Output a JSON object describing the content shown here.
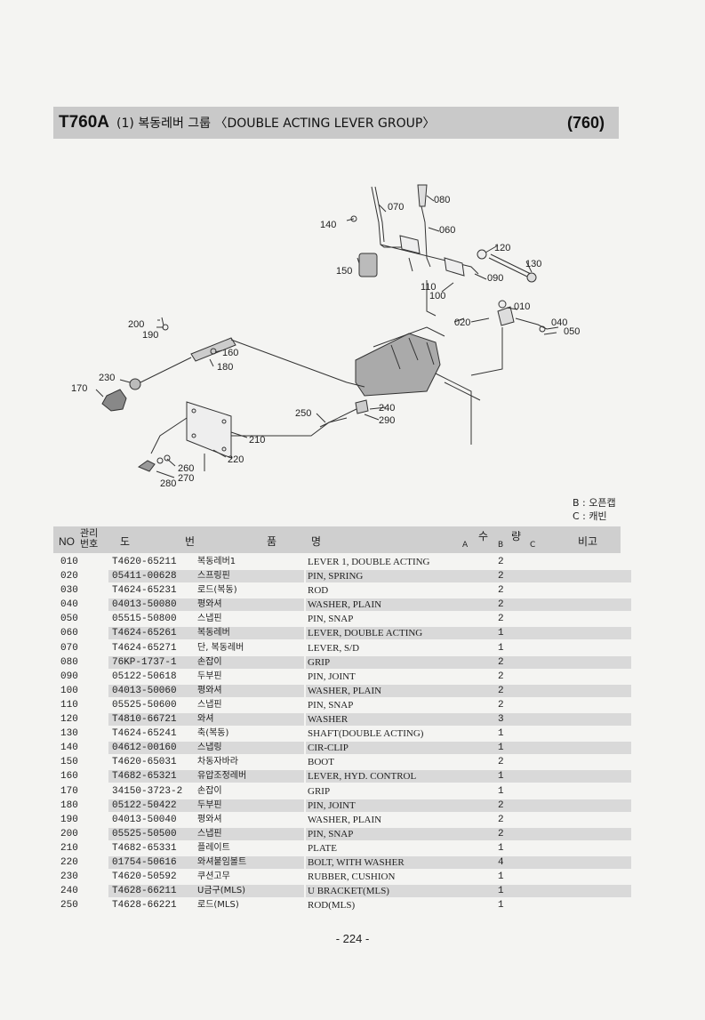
{
  "header": {
    "model": "T760A",
    "title": "(1) 복동레버 그룹 〈DOUBLE ACTING LEVER GROUP〉",
    "code": "(760)"
  },
  "diagram": {
    "callouts": [
      "010",
      "020",
      "040",
      "050",
      "060",
      "070",
      "080",
      "090",
      "100",
      "110",
      "120",
      "130",
      "140",
      "150",
      "160",
      "170",
      "180",
      "190",
      "200",
      "210",
      "220",
      "230",
      "240",
      "250",
      "260",
      "270",
      "280",
      "290"
    ]
  },
  "legend": {
    "b": "B : 오픈캡",
    "c": "C : 캐빈"
  },
  "table": {
    "headers": {
      "no": "NO",
      "mgmt": "관리번호",
      "do": "도",
      "beon": "번",
      "pum": "품",
      "myeong": "명",
      "su": "수",
      "ryang": "량",
      "a": "A",
      "b": "B",
      "c": "C",
      "bigo": "비고"
    },
    "rows": [
      {
        "no": "010",
        "pn": "T4620-65211",
        "kr": "복동레버1",
        "en": "LEVER 1, DOUBLE ACTING",
        "qty": "2"
      },
      {
        "no": "020",
        "pn": "05411-00628",
        "kr": "스프링핀",
        "en": "PIN, SPRING",
        "qty": "2"
      },
      {
        "no": "030",
        "pn": "T4624-65231",
        "kr": "로드(복동)",
        "en": "ROD",
        "qty": "2"
      },
      {
        "no": "040",
        "pn": "04013-50080",
        "kr": "평와셔",
        "en": "WASHER, PLAIN",
        "qty": "2"
      },
      {
        "no": "050",
        "pn": "05515-50800",
        "kr": "스냅핀",
        "en": "PIN, SNAP",
        "qty": "2"
      },
      {
        "no": "060",
        "pn": "T4624-65261",
        "kr": "복동레버",
        "en": "LEVER, DOUBLE ACTING",
        "qty": "1"
      },
      {
        "no": "070",
        "pn": "T4624-65271",
        "kr": "단, 복동레버",
        "en": "LEVER, S/D",
        "qty": "1"
      },
      {
        "no": "080",
        "pn": "76KP-1737-1",
        "kr": "손잡이",
        "en": "GRIP",
        "qty": "2"
      },
      {
        "no": "090",
        "pn": "05122-50618",
        "kr": "두부핀",
        "en": "PIN, JOINT",
        "qty": "2"
      },
      {
        "no": "100",
        "pn": "04013-50060",
        "kr": "평와셔",
        "en": "WASHER, PLAIN",
        "qty": "2"
      },
      {
        "no": "110",
        "pn": "05525-50600",
        "kr": "스냅핀",
        "en": "PIN, SNAP",
        "qty": "2"
      },
      {
        "no": "120",
        "pn": "T4810-66721",
        "kr": "와셔",
        "en": "WASHER",
        "qty": "3"
      },
      {
        "no": "130",
        "pn": "T4624-65241",
        "kr": "축(복동)",
        "en": "SHAFT(DOUBLE ACTING)",
        "qty": "1"
      },
      {
        "no": "140",
        "pn": "04612-00160",
        "kr": "스냅링",
        "en": "CIR-CLIP",
        "qty": "1"
      },
      {
        "no": "150",
        "pn": "T4620-65031",
        "kr": "차동자바라",
        "en": "BOOT",
        "qty": "2"
      },
      {
        "no": "160",
        "pn": "T4682-65321",
        "kr": "유압조정레버",
        "en": "LEVER, HYD. CONTROL",
        "qty": "1"
      },
      {
        "no": "170",
        "pn": "34150-3723-2",
        "kr": "손잡이",
        "en": "GRIP",
        "qty": "1"
      },
      {
        "no": "180",
        "pn": "05122-50422",
        "kr": "두부핀",
        "en": "PIN, JOINT",
        "qty": "2"
      },
      {
        "no": "190",
        "pn": "04013-50040",
        "kr": "평와셔",
        "en": "WASHER, PLAIN",
        "qty": "2"
      },
      {
        "no": "200",
        "pn": "05525-50500",
        "kr": "스냅핀",
        "en": "PIN, SNAP",
        "qty": "2"
      },
      {
        "no": "210",
        "pn": "T4682-65331",
        "kr": "플레이트",
        "en": "PLATE",
        "qty": "1"
      },
      {
        "no": "220",
        "pn": "01754-50616",
        "kr": "와셔붙임볼트",
        "en": "BOLT, WITH WASHER",
        "qty": "4"
      },
      {
        "no": "230",
        "pn": "T4620-50592",
        "kr": "쿠션고무",
        "en": "RUBBER, CUSHION",
        "qty": "1"
      },
      {
        "no": "240",
        "pn": "T4628-66211",
        "kr": "U금구(MLS)",
        "en": "U BRACKET(MLS)",
        "qty": "1"
      },
      {
        "no": "250",
        "pn": "T4628-66221",
        "kr": "로드(MLS)",
        "en": "ROD(MLS)",
        "qty": "1"
      }
    ]
  },
  "page_number": "- 224 -"
}
